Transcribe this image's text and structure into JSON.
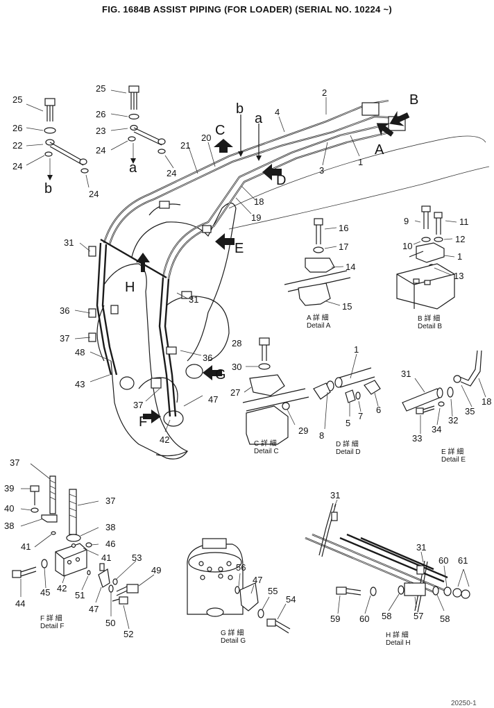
{
  "title": "FIG. 1684B   ASSIST PIPING (FOR LOADER) (SERIAL NO. 10224 ~)",
  "view_letters": {
    "A": "A",
    "B": "B",
    "C": "C",
    "D": "D",
    "E": "E",
    "F": "F",
    "G": "G",
    "H": "H",
    "a_top": "a",
    "b_top": "b",
    "a_left": "a",
    "b_left": "b"
  },
  "callouts": {
    "c1": "1",
    "c2": "2",
    "c3": "3",
    "c4": "4",
    "c18": "18",
    "c19": "19",
    "c20": "20",
    "c21": "21",
    "c22": "22",
    "c24a": "24",
    "c24b": "24",
    "c24c": "24",
    "c24d": "24",
    "c25a": "25",
    "c26a": "26",
    "c25b": "25",
    "c26b": "26",
    "c23": "23",
    "c31a": "31",
    "c31b": "31",
    "c36a": "36",
    "c36b": "36",
    "c37a": "37",
    "c37b": "37",
    "c48": "48",
    "c43": "43",
    "c42a": "42",
    "c47a": "47",
    "c16": "16",
    "c17": "17",
    "c14": "14",
    "c15": "15",
    "c9": "9",
    "c11": "11",
    "c10": "10",
    "c12": "12",
    "c1b": "1",
    "c13": "13",
    "c28": "28",
    "c30": "30",
    "c27": "27",
    "c29": "29",
    "c1d": "1",
    "c8": "8",
    "c5": "5",
    "c7": "7",
    "c6": "6",
    "c31e": "31",
    "c33": "33",
    "c34": "34",
    "c32": "32",
    "c35": "35",
    "c18e": "18",
    "c37f1": "37",
    "c39": "39",
    "c40": "40",
    "c38a": "38",
    "c41a": "41",
    "c37f2": "37",
    "c38b": "38",
    "c46": "46",
    "c41b": "41",
    "c44": "44",
    "c45": "45",
    "c42f": "42",
    "c51": "51",
    "c47f": "47",
    "c53": "53",
    "c49": "49",
    "c50": "50",
    "c52": "52",
    "c56": "56",
    "c47g": "47",
    "c55": "55",
    "c54": "54",
    "c31h1": "31",
    "c31h2": "31",
    "c60a": "60",
    "c61": "61",
    "c59": "59",
    "c60b": "60",
    "c58a": "58",
    "c57": "57",
    "c58b": "58"
  },
  "details": {
    "A_jp": "A 詳 細",
    "A_en": "Detail A",
    "B_jp": "B 詳 細",
    "B_en": "Detail B",
    "C_jp": "C 詳 細",
    "C_en": "Detail C",
    "D_jp": "D 詳 細",
    "D_en": "Detail D",
    "E_jp": "E 詳 細",
    "E_en": "Detail E",
    "F_jp": "F 詳 細",
    "F_en": "Detail F",
    "G_jp": "G 詳 細",
    "G_en": "Detail G",
    "H_jp": "H 詳 細",
    "H_en": "Detail H"
  },
  "footer_code": "20250-1"
}
